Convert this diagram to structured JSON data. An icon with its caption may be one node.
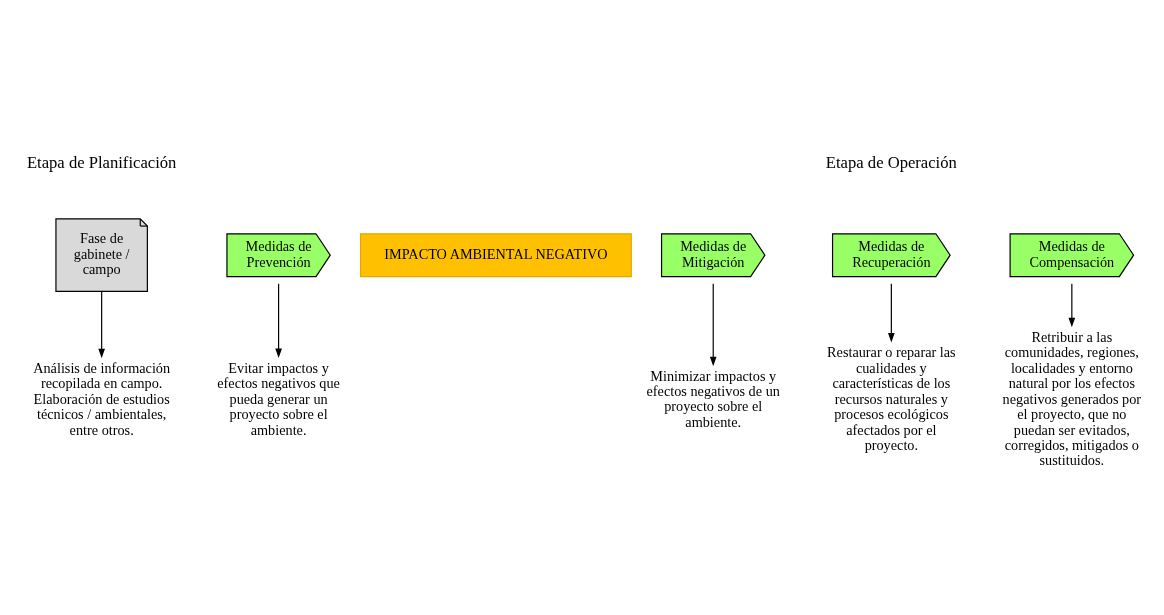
{
  "diagram": {
    "nodes": [
      {
        "text": [
          "Fase de gabinete / campo"
        ]
      },
      {
        "text": [
          "Análisis de información recopilada en campo. Elaboración de estudios técnicos / ambientales, entre otros."
        ]
      },
      {
        "text": [
          "Medidas de Prevención"
        ]
      },
      {
        "text": [
          "Evitar impactos y efectos negativos que pueda generar un proyecto sobre el ambiente."
        ]
      },
      {
        "text": [
          "IMPACTO AMBIENTAL NEGATIVO"
        ]
      },
      {
        "text": [
          "Medidas de Mitigación"
        ]
      },
      {
        "text": [
          "Minimizar impactos y efectos negativos de un proyecto sobre el ambiente."
        ]
      },
      {
        "text": [
          "Medidas de Recuperación"
        ]
      },
      {
        "text": [
          "Restaurar o reparar las cualidades y características de los recursos naturales y procesos ecológicos afectados por el proyecto."
        ]
      },
      {
        "text": [
          "Medidas de Compensación"
        ]
      },
      {
        "text": [
          "Retribuir a las comunidades, regiones, localidades y entorno natural por los efectos negativos generados por el proyecto, que no puedan ser evitados, corregidos, mitigados o sustituidos."
        ]
      }
    ],
    "edges": [
      {
        "from": 0,
        "to": 1,
        "arrow": "to"
      },
      {
        "from": 2,
        "to": 3,
        "arrow": "to"
      },
      {
        "from": 5,
        "to": 6,
        "arrow": "to"
      },
      {
        "from": 7,
        "to": 8,
        "arrow": "to"
      },
      {
        "from": 9,
        "to": 10,
        "arrow": "to"
      }
    ],
    "labels": [
      "Etapa de Planificación",
      "Etapa de Operación"
    ]
  }
}
